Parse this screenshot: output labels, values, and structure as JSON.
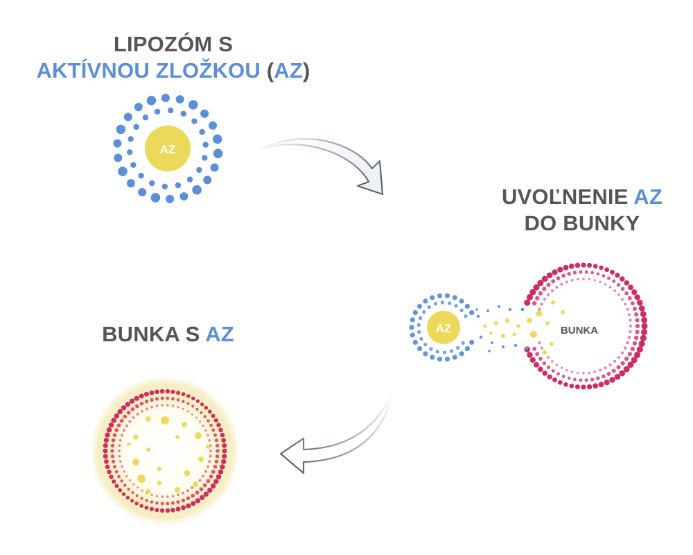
{
  "step1": {
    "title_line1": "LIPOZÓM S",
    "title_line2_highlight": "AKTÍVNOU ZLOŽKOU",
    "title_paren_open": " (",
    "title_abbrev": "AZ",
    "title_paren_close": ")",
    "core_label": "AZ"
  },
  "step2": {
    "title_prefix": "UVOĽNENIE ",
    "title_abbrev": "AZ",
    "title_line2": "DO BUNKY",
    "liposome_label": "AZ",
    "cell_label": "BUNKA"
  },
  "step3": {
    "title_prefix": "BUNKA S ",
    "title_abbrev": "AZ"
  },
  "colors": {
    "blue": "#5b8fd6",
    "gray_text": "#555557",
    "yellow": "#ecd85a",
    "magenta": "#c8235f"
  },
  "icons": {
    "arrow_1": "curved-arrow-down-right-icon",
    "arrow_2": "curved-arrow-left-icon"
  }
}
